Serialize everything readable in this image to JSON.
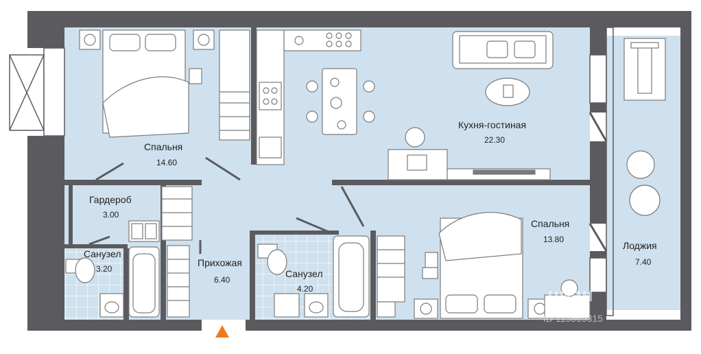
{
  "rooms": [
    {
      "id": "bedroom1",
      "name": "Спальня",
      "area": "14.60"
    },
    {
      "id": "kitchen",
      "name": "Кухня-гостиная",
      "area": "22.30"
    },
    {
      "id": "wardrobe",
      "name": "Гардероб",
      "area": "3.00"
    },
    {
      "id": "bath1",
      "name": "Санузел",
      "area": "3.20"
    },
    {
      "id": "hall",
      "name": "Прихожая",
      "area": "6.40"
    },
    {
      "id": "bath2",
      "name": "Санузел",
      "area": "4.20"
    },
    {
      "id": "bedroom2",
      "name": "Спальня",
      "area": "13.80"
    },
    {
      "id": "loggia",
      "name": "Лоджия",
      "area": "7.40"
    }
  ],
  "watermark": {
    "brand": "циан",
    "id": "ID 115869315"
  },
  "colors": {
    "wall": "#5b5b5f",
    "floor": "#cfe1ee",
    "tile": "#cfe1ee",
    "furniture": "#ffffff",
    "furniture_line": "#7a7a7a",
    "entrance": "#f07a1a"
  },
  "icons": [
    "entrance-arrow-icon"
  ]
}
